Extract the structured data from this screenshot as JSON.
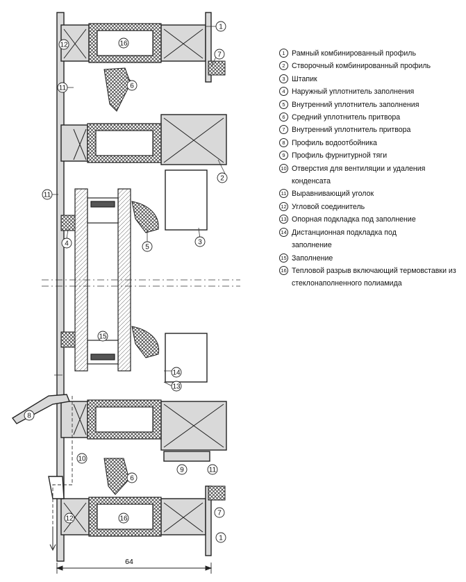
{
  "legend": {
    "items": [
      {
        "num": "1",
        "text": "Рамный комбинированный профиль"
      },
      {
        "num": "2",
        "text": "Створочный комбинированный профиль"
      },
      {
        "num": "3",
        "text": "Штапик"
      },
      {
        "num": "4",
        "text": "Наружный уплотнитель заполнения"
      },
      {
        "num": "5",
        "text": "Внутренний уплотнитель заполнения"
      },
      {
        "num": "6",
        "text": "Средний уплотнитель притвора"
      },
      {
        "num": "7",
        "text": "Внутренний уплотнитель притвора"
      },
      {
        "num": "8",
        "text": "Профиль водоотбойника"
      },
      {
        "num": "9",
        "text": "Профиль фурнитурной тяги"
      },
      {
        "num": "10",
        "text": "Отверстия для вентиляции и удаления конденсата"
      },
      {
        "num": "11",
        "text": "Выравнивающий уголок"
      },
      {
        "num": "12",
        "text": "Угловой соединитель"
      },
      {
        "num": "13",
        "text": "Опорная подкладка под заполнение"
      },
      {
        "num": "14",
        "text": "Дистанционная подкладка под заполнение"
      },
      {
        "num": "15",
        "text": "Заполнение"
      },
      {
        "num": "16",
        "text": "Тепловой разрыв включающий термовставки из стеклонаполненного полиамида"
      }
    ]
  },
  "drawing": {
    "dimension_label": "64",
    "callouts": [
      "1",
      "7",
      "6",
      "11",
      "12",
      "16",
      "2",
      "3",
      "4",
      "5",
      "11",
      "15",
      "14",
      "13",
      "8",
      "10",
      "9",
      "11",
      "6",
      "7",
      "1",
      "12",
      "16"
    ]
  }
}
